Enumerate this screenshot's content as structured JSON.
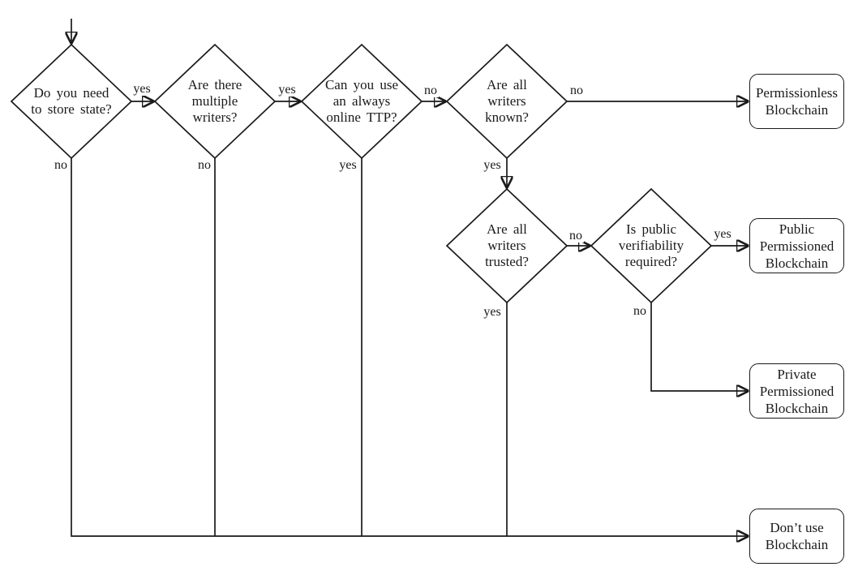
{
  "figure": {
    "type": "decision-flowchart",
    "background_color": "#ffffff",
    "line_color": "#1a1a1a"
  },
  "decisions": [
    {
      "id": "store-state",
      "label": "Do you need\nto store state?"
    },
    {
      "id": "multiple-writers",
      "label": "Are there\nmultiple\nwriters?"
    },
    {
      "id": "online-ttp",
      "label": "Can you use\nan always\nonline TTP?"
    },
    {
      "id": "writers-known",
      "label": "Are all\nwriters\nknown?"
    },
    {
      "id": "writers-trusted",
      "label": "Are all\nwriters\ntrusted?"
    },
    {
      "id": "public-verifiability",
      "label": "Is public\nverifiability\nrequired?"
    }
  ],
  "outcomes": [
    {
      "id": "permissionless",
      "label": "Permissionless\nBlockchain"
    },
    {
      "id": "public-permissioned",
      "label": "Public\nPermissioned\nBlockchain"
    },
    {
      "id": "private-permissioned",
      "label": "Private\nPermissioned\nBlockchain"
    },
    {
      "id": "dont-use",
      "label": "Don’t use\nBlockchain"
    }
  ],
  "edges": [
    {
      "from": "store-state",
      "to": "multiple-writers",
      "label": "yes"
    },
    {
      "from": "multiple-writers",
      "to": "online-ttp",
      "label": "yes"
    },
    {
      "from": "online-ttp",
      "to": "writers-known",
      "label": "no"
    },
    {
      "from": "writers-known",
      "to": "permissionless",
      "label": "no"
    },
    {
      "from": "store-state",
      "to": "dont-use",
      "label": "no"
    },
    {
      "from": "multiple-writers",
      "to": "dont-use",
      "label": "no"
    },
    {
      "from": "online-ttp",
      "to": "dont-use",
      "label": "yes"
    },
    {
      "from": "writers-known",
      "to": "writers-trusted",
      "label": "yes"
    },
    {
      "from": "writers-trusted",
      "to": "public-verifiability",
      "label": "no"
    },
    {
      "from": "public-verifiability",
      "to": "public-permissioned",
      "label": "yes"
    },
    {
      "from": "writers-trusted",
      "to": "dont-use",
      "label": "yes"
    },
    {
      "from": "public-verifiability",
      "to": "private-permissioned",
      "label": "no"
    }
  ]
}
